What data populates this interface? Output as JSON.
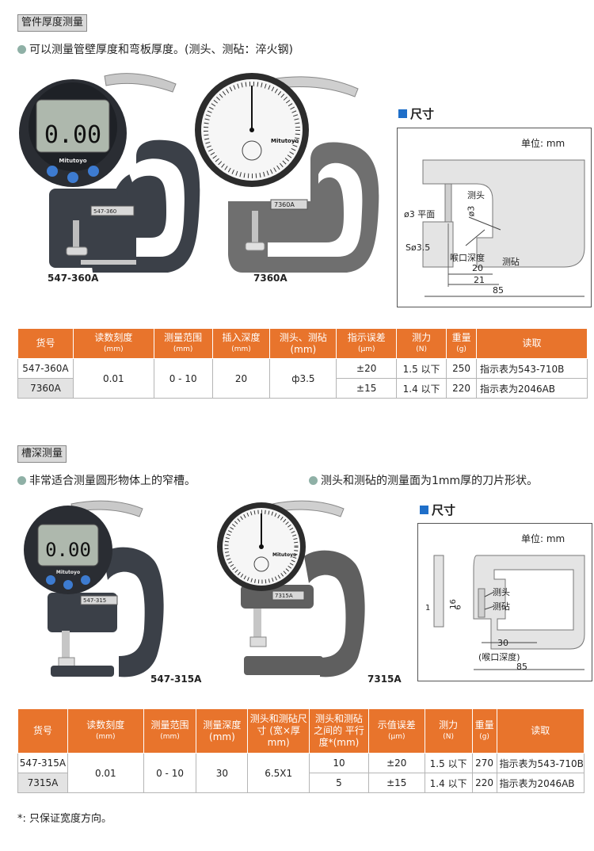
{
  "section1": {
    "title": "管件厚度测量",
    "bullet": "可以测量管壁厚度和弯板厚度。(测头、测砧：淬火钢)",
    "model_a": "547-360A",
    "model_b": "7360A",
    "brand": "Mitutoyo",
    "display_value": "0.00",
    "gauge_a_tag": "547-360",
    "gauge_b_tag": "7360A",
    "dim_title": "尺寸",
    "dim_unit": "单位: mm",
    "dim_labels": {
      "probe": "测头",
      "flat": "ø3 平面",
      "phi3": "ø3",
      "s35": "Sø3.5",
      "depth": "喉口深度",
      "anvil": "测砧",
      "d20": "20",
      "d21": "21",
      "d85": "85"
    },
    "table": {
      "headers": [
        {
          "label": "货号",
          "unit": ""
        },
        {
          "label": "读数刻度",
          "unit": "(mm)"
        },
        {
          "label": "测量范围",
          "unit": "(mm)"
        },
        {
          "label": "插入深度",
          "unit": "(mm)"
        },
        {
          "label": "测头、测砧",
          "unit": "(mm)"
        },
        {
          "label": "指示误差",
          "unit": "(µm)"
        },
        {
          "label": "测力",
          "unit": "(N)"
        },
        {
          "label": "重量",
          "unit": "(g)"
        },
        {
          "label": "读取",
          "unit": ""
        }
      ],
      "rows": [
        {
          "model": "547-360A",
          "error": "±20",
          "force": "1.5 以下",
          "weight": "250",
          "read": "指示表为543-710B"
        },
        {
          "model": "7360A",
          "error": "±15",
          "force": "1.4 以下",
          "weight": "220",
          "read": "指示表为2046AB"
        }
      ],
      "shared": {
        "resolution": "0.01",
        "range": "0 - 10",
        "depth": "20",
        "probe": "ф3.5"
      }
    }
  },
  "section2": {
    "title": "槽深测量",
    "bullet1": "非常适合测量圆形物体上的窄槽。",
    "bullet2": "测头和测砧的测量面为1mm厚的刀片形状。",
    "model_a": "547-315A",
    "model_b": "7315A",
    "gauge_a_tag": "547-315",
    "gauge_b_tag": "7315A",
    "dim_title": "尺寸",
    "dim_unit": "单位: mm",
    "dim_labels": {
      "probe": "测头",
      "anvil": "测砧",
      "one": "1",
      "sixteen": "16",
      "six": "6",
      "d30": "30",
      "depth": "(喉口深度)",
      "d85": "85"
    },
    "table": {
      "headers": [
        {
          "label": "货号",
          "unit": ""
        },
        {
          "label": "读数刻度",
          "unit": "(mm)"
        },
        {
          "label": "测量范围",
          "unit": "(mm)"
        },
        {
          "label": "测量深度",
          "unit": "(mm)"
        },
        {
          "label": "测头和测砧尺寸 (宽×厚mm)",
          "unit": ""
        },
        {
          "label": "测头和测砧之间的 平行度*(mm)",
          "unit": ""
        },
        {
          "label": "示值误差",
          "unit": "(µm)"
        },
        {
          "label": "测力",
          "unit": "(N)"
        },
        {
          "label": "重量",
          "unit": "(g)"
        },
        {
          "label": "读取",
          "unit": ""
        }
      ],
      "rows": [
        {
          "model": "547-315A",
          "parallel": "10",
          "error": "±20",
          "force": "1.5 以下",
          "weight": "270",
          "read": "指示表为543-710B"
        },
        {
          "model": "7315A",
          "parallel": "5",
          "error": "±15",
          "force": "1.4 以下",
          "weight": "220",
          "read": "指示表为2046AB"
        }
      ],
      "shared": {
        "resolution": "0.01",
        "range": "0 - 10",
        "depth": "30",
        "size": "6.5X1"
      }
    }
  },
  "footnote": "*: 只保证宽度方向。"
}
